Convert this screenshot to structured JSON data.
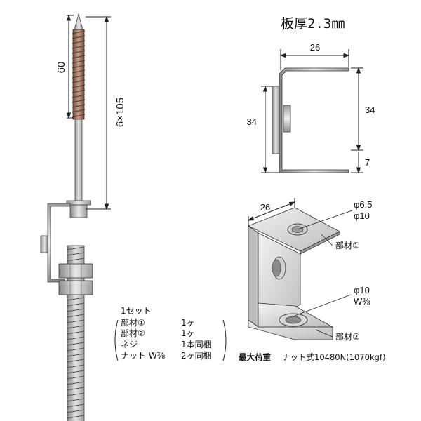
{
  "heading": "板厚2.3㎜",
  "screw": {
    "thread_length": "60",
    "total_length": "6×105"
  },
  "front_view": {
    "width": "26",
    "height_left": "34",
    "height_right": "34",
    "lip": "7"
  },
  "iso_view": {
    "width": "26",
    "hole_top_1": "φ6.5",
    "hole_top_2": "φ10",
    "part1": "部材①",
    "hole_bottom_1": "φ10",
    "hole_bottom_2": "W⅜",
    "part2": "部材②"
  },
  "set_list": {
    "header": "1セット",
    "rows": [
      {
        "name": "部材①",
        "qty": "1ヶ"
      },
      {
        "name": "部材②",
        "qty": "1ヶ"
      },
      {
        "name": "ネジ",
        "qty": "1本同梱"
      },
      {
        "name": "ナット W⅜",
        "qty": "2ヶ同梱"
      }
    ]
  },
  "max_load": {
    "label": "最大荷重",
    "value": "ナット式10480N(1070kgf)"
  }
}
